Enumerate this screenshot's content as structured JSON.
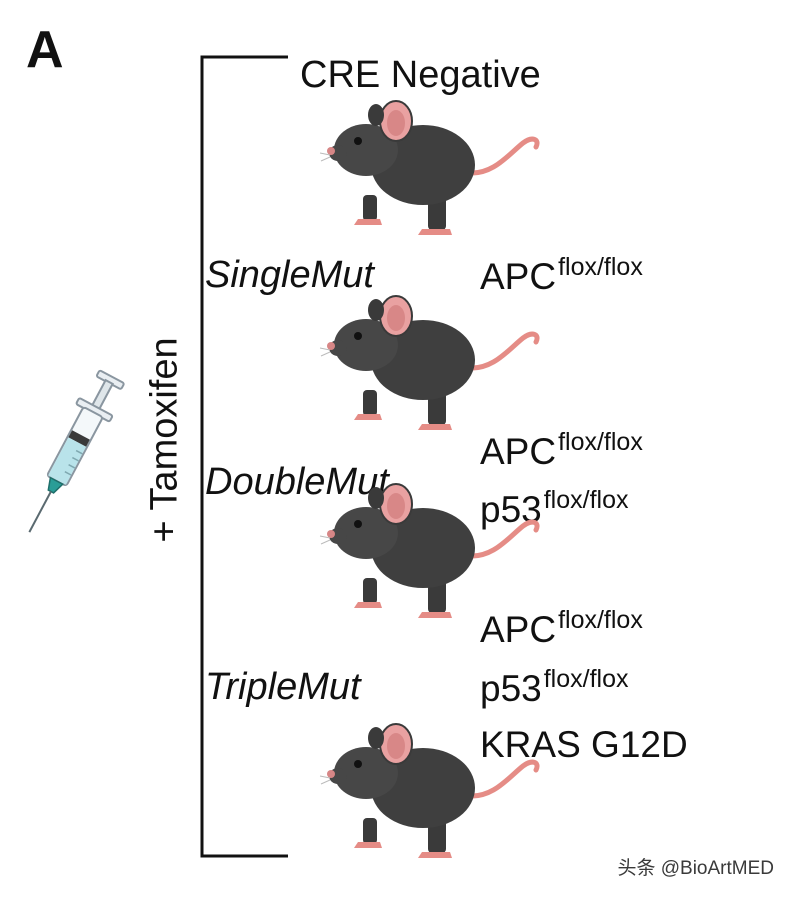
{
  "panel_label": "A",
  "treatment_label": "+ Tamoxifen",
  "control": {
    "label": "CRE Negative"
  },
  "groups": [
    {
      "name": "SingleMut",
      "genotype": [
        {
          "base": "APC",
          "sup": "flox/flox"
        }
      ]
    },
    {
      "name": "DoubleMut",
      "genotype": [
        {
          "base": "APC",
          "sup": "flox/flox"
        },
        {
          "base": "p53",
          "sup": "flox/flox"
        }
      ]
    },
    {
      "name": "TripleMut",
      "genotype": [
        {
          "base": "APC",
          "sup": "flox/flox"
        },
        {
          "base": "p53",
          "sup": "flox/flox"
        },
        {
          "base": "KRAS G12D",
          "sup": ""
        }
      ]
    }
  ],
  "watermark": "头条 @BioArtMED",
  "colors": {
    "mouse_body": "#3f3f3f",
    "mouse_ear": "#e9a1a1",
    "mouse_tail": "#e58c86",
    "syringe_fluid": "#b9e3ea",
    "needle_tip": "#2a9d97"
  },
  "icons": [
    "mouse-icon",
    "syringe-icon"
  ]
}
